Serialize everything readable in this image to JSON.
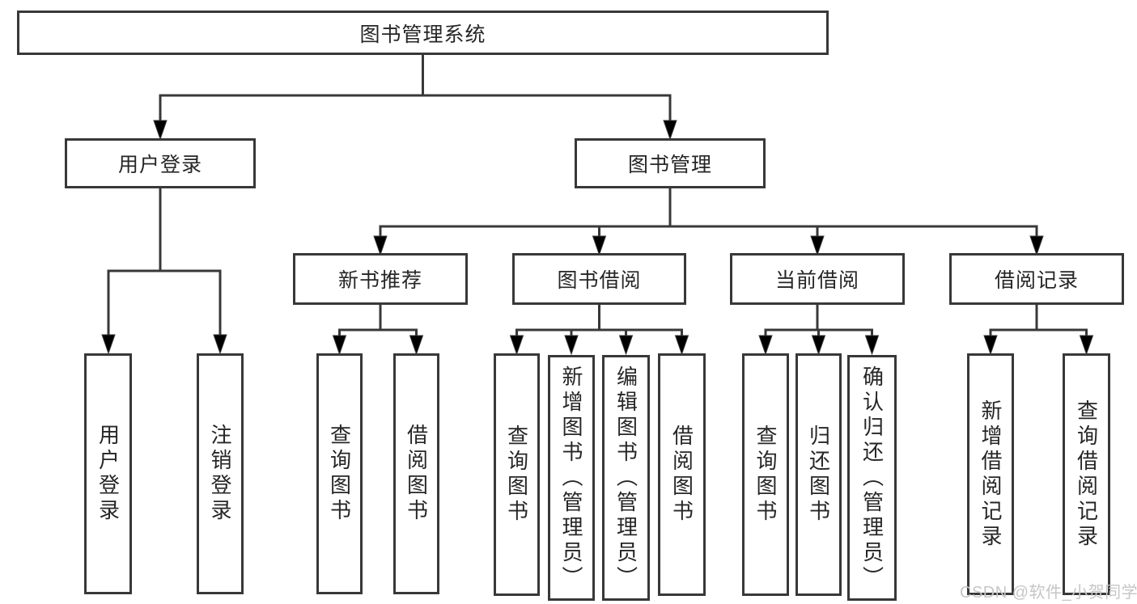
{
  "diagram": {
    "type": "hierarchy-tree",
    "orientation": "top-down",
    "colors": {
      "line": "#383838",
      "box_border": "#383838",
      "box_background": "#ffffff",
      "text": "#262626",
      "watermark": "#c6c6c6",
      "page_background": "#ffffff"
    }
  },
  "tree": {
    "root": "图书管理系统",
    "children": [
      {
        "label": "用户登录",
        "children": [
          "用户登录",
          "注销登录"
        ]
      },
      {
        "label": "图书管理",
        "children": [
          {
            "label": "新书推荐",
            "children": [
              "查询图书",
              "借阅图书"
            ]
          },
          {
            "label": "图书借阅",
            "children": [
              "查询图书",
              "新增图书（管理员）",
              "编辑图书（管理员）",
              "借阅图书"
            ]
          },
          {
            "label": "当前借阅",
            "children": [
              "查询图书",
              "归还图书",
              "确认归还（管理员）"
            ]
          },
          {
            "label": "借阅记录",
            "children": [
              "新增借阅记录",
              "查询借阅记录"
            ]
          }
        ]
      }
    ]
  },
  "watermark": {
    "text": "CSDN @软件_小贺同学"
  }
}
